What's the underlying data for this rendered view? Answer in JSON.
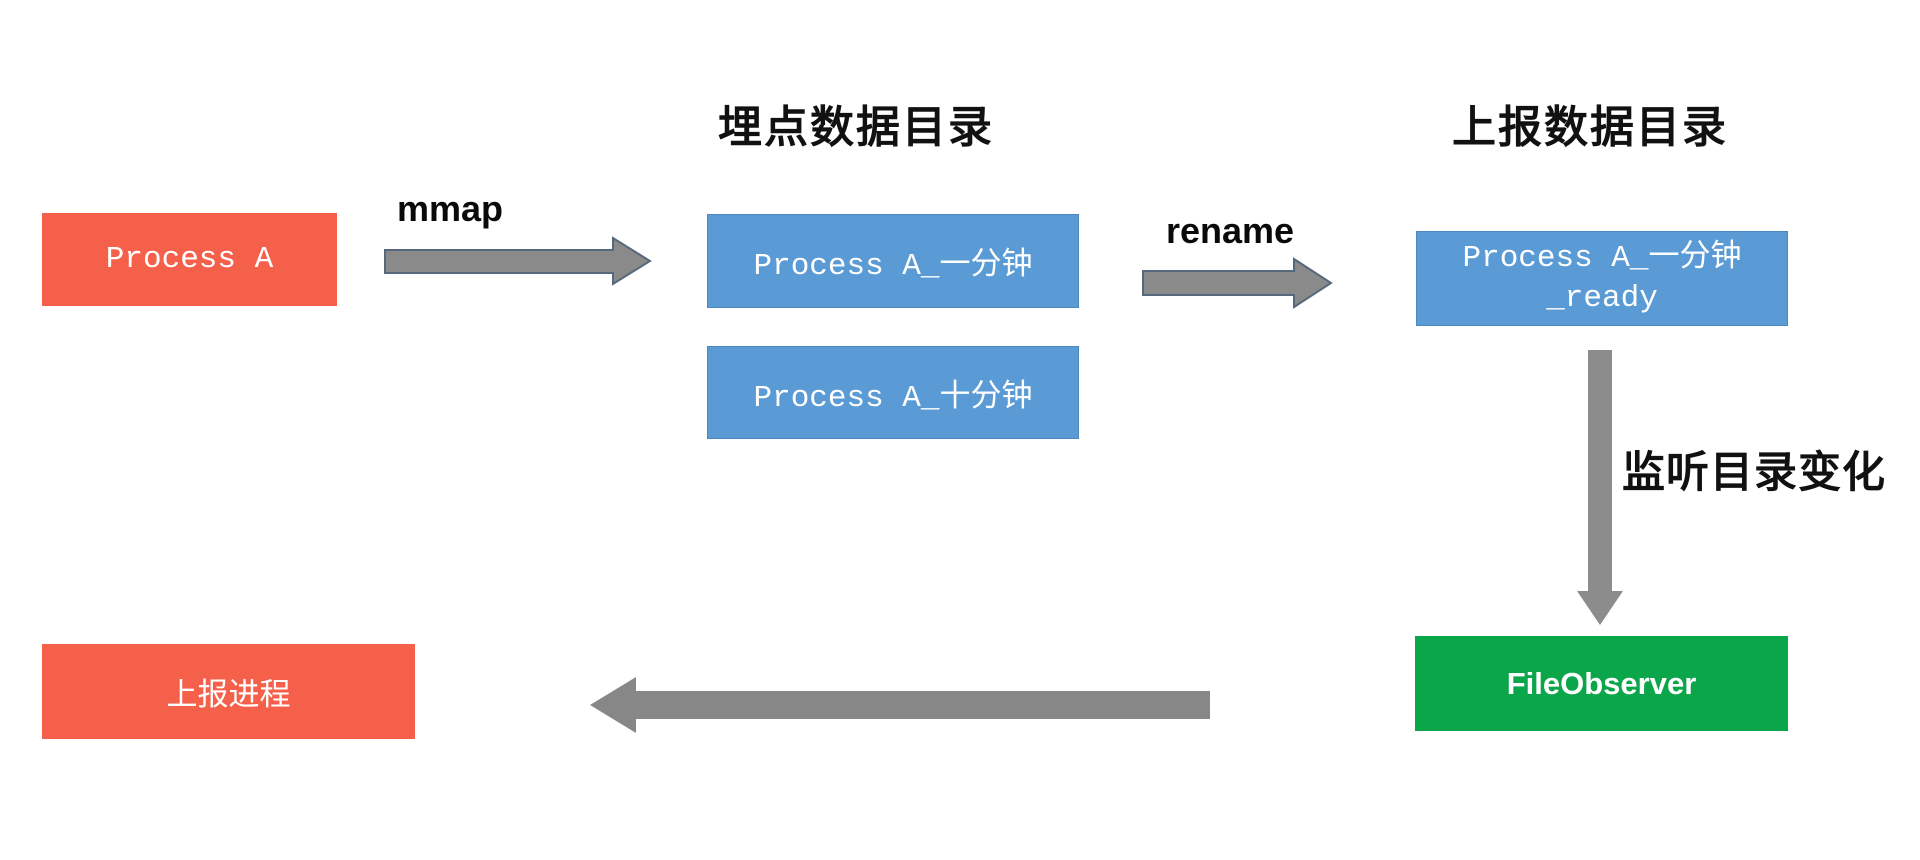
{
  "titles": {
    "tracking_dir": "埋点数据目录",
    "report_dir": "上报数据目录"
  },
  "nodes": {
    "process_a": "Process A",
    "file_one_min": "Process A_一分钟",
    "file_ten_min": "Process A_十分钟",
    "file_ready_line1": "Process A_一分钟",
    "file_ready_line2": "_ready",
    "file_observer": "FileObserver",
    "report_process": "上报进程"
  },
  "arrow_labels": {
    "mmap": "mmap",
    "rename": "rename",
    "watch": "监听目录变化"
  },
  "colors": {
    "process_box": "#f5604a",
    "file_box": "#5b9bd5",
    "observer_box": "#0ba64a",
    "arrow_fill": "#8a8a8a",
    "arrow_outline": "#56687c"
  }
}
